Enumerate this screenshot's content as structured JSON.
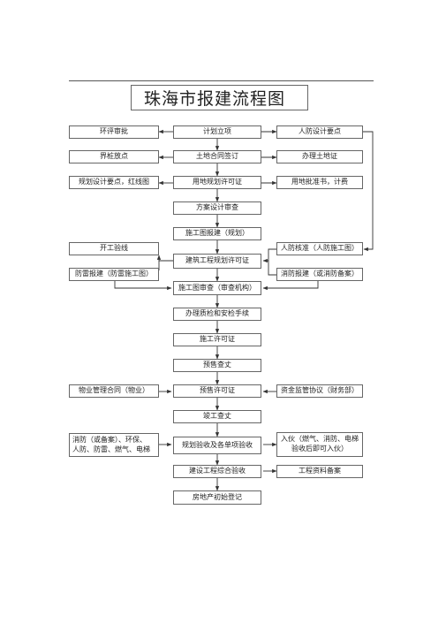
{
  "title": "珠海市报建流程图",
  "nodes": {
    "huanping_shenpi": "环评审批",
    "jihua_lixiang": "计划立项",
    "renfang_sheji_yaodian": "人防设计要点",
    "jiezhuang_fangdian": "界桩放点",
    "tudi_hetong_qianding": "土地合同签订",
    "banli_tudizheng": "办理土地证",
    "guihua_sheji_yaodian": "规划设计要点，红线图",
    "yongdi_guihua_xukezheng": "用地规划许可证",
    "yongdi_pizhun_jifei": "用地批准书，计费",
    "fangan_sheji_shencha": "方案设计审查",
    "shigongtu_baojian_guihua": "施工图报建（规划）",
    "kaigong_yanxian": "开工验线",
    "renfang_hezhun": "人防核准（人防施工图）",
    "jianzhu_gongcheng_guihua_xukezheng": "建筑工程规划许可证",
    "fanglei_baojian": "防雷报建（防雷施工图）",
    "xiaofang_baojian": "消防报建（或消防备案）",
    "shigongtu_shencha": "施工图审查（审查机构）",
    "banli_zhijian_anjian": "办理质检和安检手续",
    "shigong_xukezheng": "施工许可证",
    "yushou_chazhang": "预售查丈",
    "wuye_guanli_hetong": "物业管理合同（物业）",
    "yushou_xukezheng": "预售许可证",
    "zijin_jianguan_xieyi": "资金监管协议（财务部）",
    "jungong_chazhang": "竣工查丈",
    "xiaofang_huanbao_etc": "消防（或备案）、环保、\n人防、防雷、燃气、电梯",
    "guihua_yanshou": "规划验收及各单项验收",
    "ruhu": "入伙（燃气、消防、电梯\n验收后即可入伙）",
    "jianshe_gongcheng_zonghe_yanshou": "建设工程综合验收",
    "gongcheng_ziliao_bei_an": "工程资料备案",
    "fangdichan_chushi_dengji": "房地产初始登记"
  }
}
